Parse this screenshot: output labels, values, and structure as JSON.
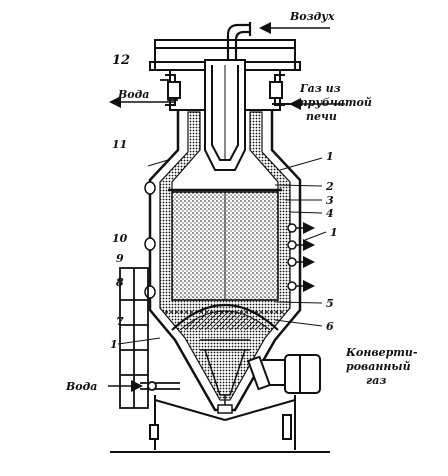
{
  "labels": {
    "vozduh": "Воздух",
    "gaz_1": "Газ из",
    "gaz_2": "трубчатой",
    "gaz_3": "печи",
    "voda_top": "Вода",
    "voda_bottom": "Вода",
    "konv_1": "Конверти-",
    "konv_2": "рованный",
    "konv_3": "газ"
  },
  "callouts": {
    "n12": "12",
    "n11": "11",
    "n10": "10",
    "n9": "9",
    "n8": "8",
    "n7": "7",
    "n1_left": "1",
    "n1_top": "1",
    "n2": "2",
    "n3": "3",
    "n4": "4",
    "n1_right": "1",
    "n5": "5",
    "n6": "6"
  },
  "colors": {
    "ink": "#111111",
    "paper": "#ffffff"
  }
}
